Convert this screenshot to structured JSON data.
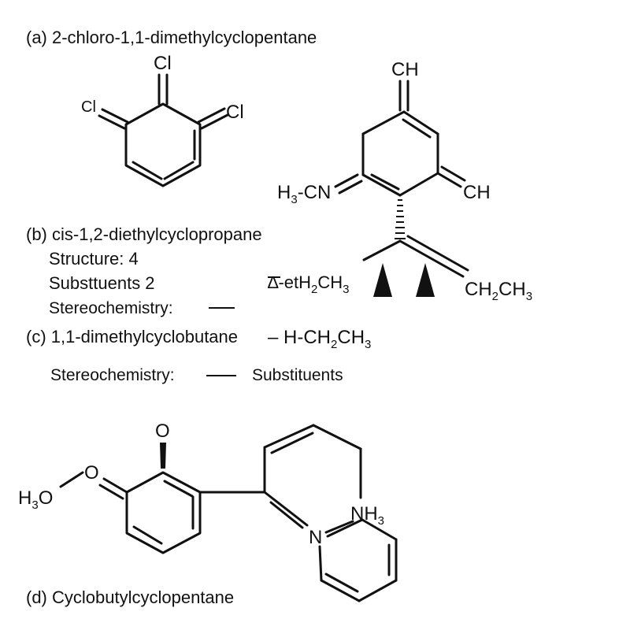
{
  "labels": {
    "a_title": "(a) 2-chloro-1,1-dimethylcyclopentane",
    "b_title": "(b) cis-1,2-diethylcyclopropane",
    "b_structure": "Structure: 4",
    "b_substituents": "Substtuents 2",
    "b_stereo": "Stereochemistry:",
    "c_title": "(c) 1,1-dimethylcyclobutane",
    "c_stereo": "Stereochemistry:",
    "c_substituents": "Substituents",
    "d_title": "(d) Cyclobutylcyclopentane"
  },
  "atoms": {
    "cl_top": "Cl",
    "cl_left": "Cl",
    "cl_right": "Cl",
    "ch_top": "CH",
    "ch_right": "CH",
    "h3cn_h": "H",
    "h3cn_sub": "3",
    "h3cn_rest": "-CN",
    "ethyl_prefix": "∆-etH",
    "ethyl_sub2": "2",
    "ethyl_ch": "CH",
    "ethyl_sub3": "3",
    "ch2ch3_c": "CH",
    "ch2ch3_sub2": "2",
    "ch2ch3_ch": "CH",
    "ch2ch3_sub3": "3",
    "c_formula_prefix": "– H-CH",
    "c_formula_sub2": "2",
    "c_formula_ch": "CH",
    "c_formula_sub3": "3",
    "o_top": "O",
    "o_mid": "O",
    "h3o_h": "H",
    "h3o_sub": "3",
    "h3o_o": "O",
    "nh3_nh": "NH",
    "nh3_sub": "3",
    "n_ring": "N"
  }
}
